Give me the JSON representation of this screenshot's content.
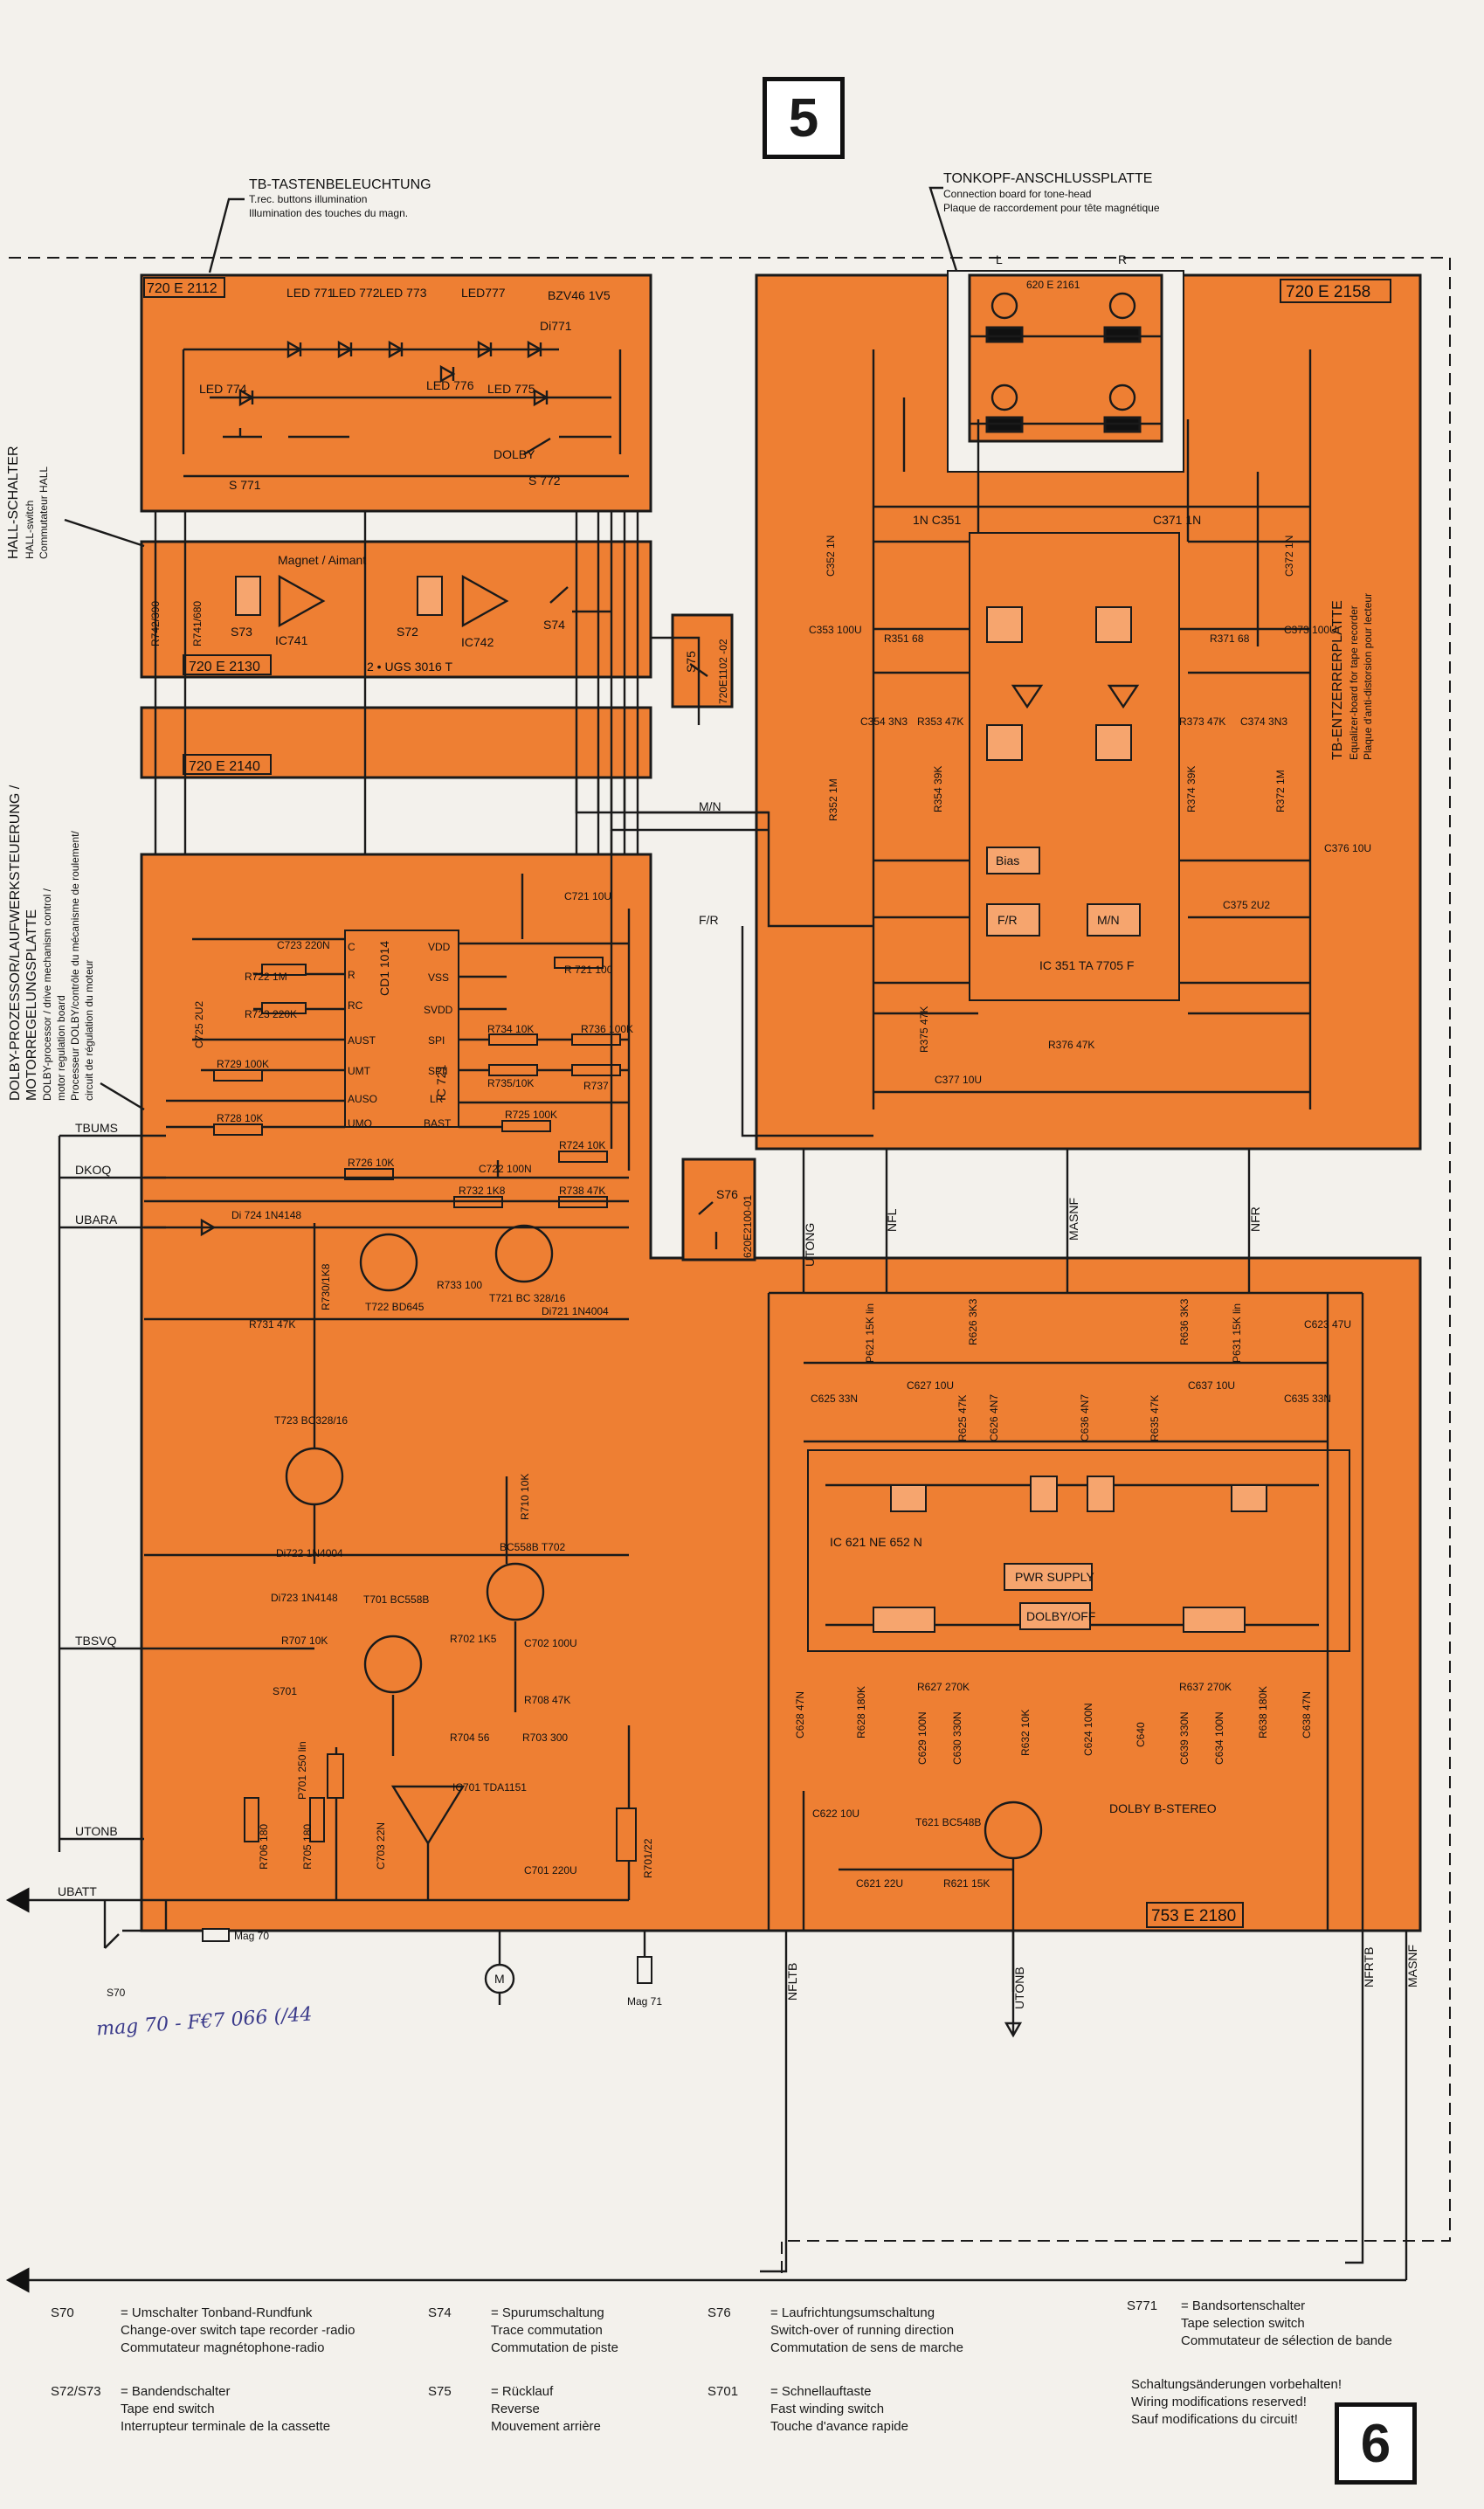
{
  "page_numbers": {
    "top": "5",
    "bottom": "6"
  },
  "headers": {
    "tb_illum": [
      "TB-TASTENBELEUCHTUNG",
      "T.rec. buttons illumination",
      "Illumination des touches du magn."
    ],
    "tonkopf": [
      "TONKOPF-ANSCHLUSSPLATTE",
      "Connection board for tone-head",
      "Plaque de raccordement pour tête magnétique"
    ],
    "hall": [
      "HALL-SCHALTER",
      "HALL-switch",
      "Commutateur HALL"
    ],
    "dolby_proc": [
      "DOLBY-PROZESSOR/LAUFWERKSTEUERUNG /",
      "MOTORREGELUNGSPLATTE",
      "DOLBY-processor / drive mechanism control /",
      "motor regulation board",
      "Processeur DOLBY/contrôle du mécanisme de roulement/",
      "circuit de régulation du moteur"
    ],
    "entzerrer": [
      "TB-ENTZERRERPLATTE",
      "Equalizer-board for tape recorder",
      "Plaque d'anti-distorsion pour lecteur"
    ]
  },
  "boards": {
    "b2112": "720 E 2112",
    "b2130": "720 E 2130",
    "b2140": "720 E 2140",
    "b2158": "720 E 2158",
    "b2161": "620 E 2161",
    "b2180": "753 E 2180",
    "b1102": "720E1102 -02",
    "b2100": "620E2100-01"
  },
  "signals": {
    "tbums": "TBUMS",
    "dkoq": "DKOQ",
    "ubara": "UBARA",
    "tbsvq": "TBSVQ",
    "utonb": "UTONB",
    "ubatt": "UBATT",
    "mn": "M/N",
    "fr": "F/R",
    "utong": "UTONG",
    "nfl": "NFL",
    "masnf": "MASNF",
    "nfr": "NFR",
    "nfltb": "NFLTB",
    "utonb2": "UTONB",
    "nfrtb": "NFRTB",
    "masnf2": "MASNF"
  },
  "components": {
    "led771": "LED 771",
    "led772": "LED 772",
    "led773": "LED 773",
    "led777": "LED777",
    "bzv": "BZV46 1V5",
    "di771": "Di771",
    "led774": "LED 774",
    "led776": "LED 776",
    "led775": "LED 775",
    "s771": "S 771",
    "dolby": "DOLBY",
    "s772": "S 772",
    "magnet": "Magnet / Aimant",
    "r742": "R742/390",
    "r741": "R741/680",
    "s73": "S73",
    "ic741": "IC741",
    "s72": "S72",
    "ic742": "IC742",
    "s74": "S74",
    "ugs": "2 • UGS 3016 T",
    "s75": "S75",
    "c723": "C723 220N",
    "r722": "R722 1M",
    "r723": "R723 220K",
    "c725": "C725 2U2",
    "r729": "R729 100K",
    "r728": "R728 10K",
    "cd": "CD1 1014",
    "ic721": "IC 721",
    "c721": "C721 10U",
    "r721": "R 721 100",
    "r734": "R734 10K",
    "r736": "R736 100K",
    "r735": "R735/10K",
    "r737": "R737",
    "r725": "R725 100K",
    "r724": "R724 10K",
    "r726": "R726 10K",
    "c722": "C722 100N",
    "r732": "R732 1K8",
    "r738": "R738 47K",
    "di724": "Di 724 1N4148",
    "r730": "R730/1K8",
    "t722": "T722 BD645",
    "r733": "R733 100",
    "t721": "T721 BC 328/16",
    "di721": "Di721 1N4004",
    "r731": "R731 47K",
    "t723": "T723 BC328/16",
    "di722": "Di722 1N4004",
    "r710": "R710 10K",
    "t702": "BC558B T702",
    "di723": "Di723 1N4148",
    "t701": "T701 BC558B",
    "r707": "R707 10K",
    "s701": "S701",
    "r702": "R702 1K5",
    "c702": "C702 100U",
    "r708": "R708 47K",
    "r704": "R704 56",
    "r703": "R703 300",
    "p701": "P701 250 lin",
    "ic701": "IC701 TDA1151",
    "r706": "R706 180",
    "r705": "R705 180",
    "c703": "C703 22N",
    "r701": "R701/22",
    "c701": "C701 220U",
    "s70": "S70",
    "mag70": "Mag 70",
    "mag71": "Mag 71",
    "motor": "M",
    "c351": "1N C351",
    "c371": "C371 1N",
    "c352": "C352 1N",
    "c372": "C372 1N",
    "c353": "C353 100U",
    "r351": "R351 68",
    "r371": "R371 68",
    "c373": "C373 100U",
    "c354": "C354 3N3",
    "r353": "R353 47K",
    "r373": "R373 47K",
    "c374": "C374 3N3",
    "r352": "R352 1M",
    "r354": "R354 39K",
    "r374": "R374 39K",
    "r372": "R372 1M",
    "c376": "C376 10U",
    "bias": "Bias",
    "fr_block": "F/R",
    "mn_block": "M/N",
    "c375": "C375 2U2",
    "ic351": "IC 351 TA 7705 F",
    "r375": "R375 47K",
    "r376": "R376 47K",
    "c377": "C377 10U",
    "s76": "S76",
    "p621": "P621 15K lin",
    "r626": "R626 3K3",
    "r636": "R636 3K3",
    "p631": "P631 15K lin",
    "c623": "C623 47U",
    "c625": "C625 33N",
    "c627": "C627 10U",
    "r625": "R625 47K",
    "c626": "C626 4N7",
    "c636": "C636 4N7",
    "r635": "R635 47K",
    "c637": "C637 10U",
    "c635": "C635 33N",
    "ic621": "IC 621 NE 652 N",
    "pwr": "PWR SUPPLY",
    "dolbyoff": "DOLBY/OFF",
    "c628": "C628 47N",
    "r628": "R628 180K",
    "r627": "R627 270K",
    "c629": "C629 100N",
    "c630": "C630 330N",
    "r632": "R632 10K",
    "c624": "C624 100N",
    "c640": "C640",
    "r637": "R637 270K",
    "c639": "C639 330N",
    "c634": "C634 100N",
    "r638": "R638 180K",
    "c638": "C638 47N",
    "dolby_b": "DOLBY B-STEREO",
    "c622": "C622 10U",
    "t621": "T621 BC548B",
    "c621": "C621 22U",
    "r621": "R621 15K"
  },
  "legend": [
    {
      "code": "S70",
      "lines": [
        "= Umschalter Tonband-Rundfunk",
        "Change-over switch tape recorder -radio",
        "Commutateur magnétophone-radio"
      ]
    },
    {
      "code": "S72/S73",
      "lines": [
        "= Bandendschalter",
        "Tape end switch",
        "Interrupteur terminale de la cassette"
      ]
    },
    {
      "code": "S74",
      "lines": [
        "= Spurumschaltung",
        "Trace commutation",
        "Commutation de piste"
      ]
    },
    {
      "code": "S75",
      "lines": [
        "= Rücklauf",
        "Reverse",
        "Mouvement arrière"
      ]
    },
    {
      "code": "S76",
      "lines": [
        "= Laufrichtungsumschaltung",
        "Switch-over of running direction",
        "Commutation de sens de marche"
      ]
    },
    {
      "code": "S701",
      "lines": [
        "= Schnellauftaste",
        "Fast winding switch",
        "Touche d'avance rapide"
      ]
    },
    {
      "code": "S771",
      "lines": [
        "= Bandsortenschalter",
        "Tape selection switch",
        "Commutateur de sélection de bande"
      ]
    }
  ],
  "note": [
    "Schaltungsänderungen vorbehalten!",
    "Wiring modifications reserved!",
    "Sauf modifications du circuit!"
  ],
  "handwritten": "mag 70 - F€7 066 (/44",
  "colors": {
    "board": "#ee7f33",
    "board_edge": "#1a1a1a",
    "paper": "#f3f1ec",
    "wire": "#1a1a1a"
  }
}
